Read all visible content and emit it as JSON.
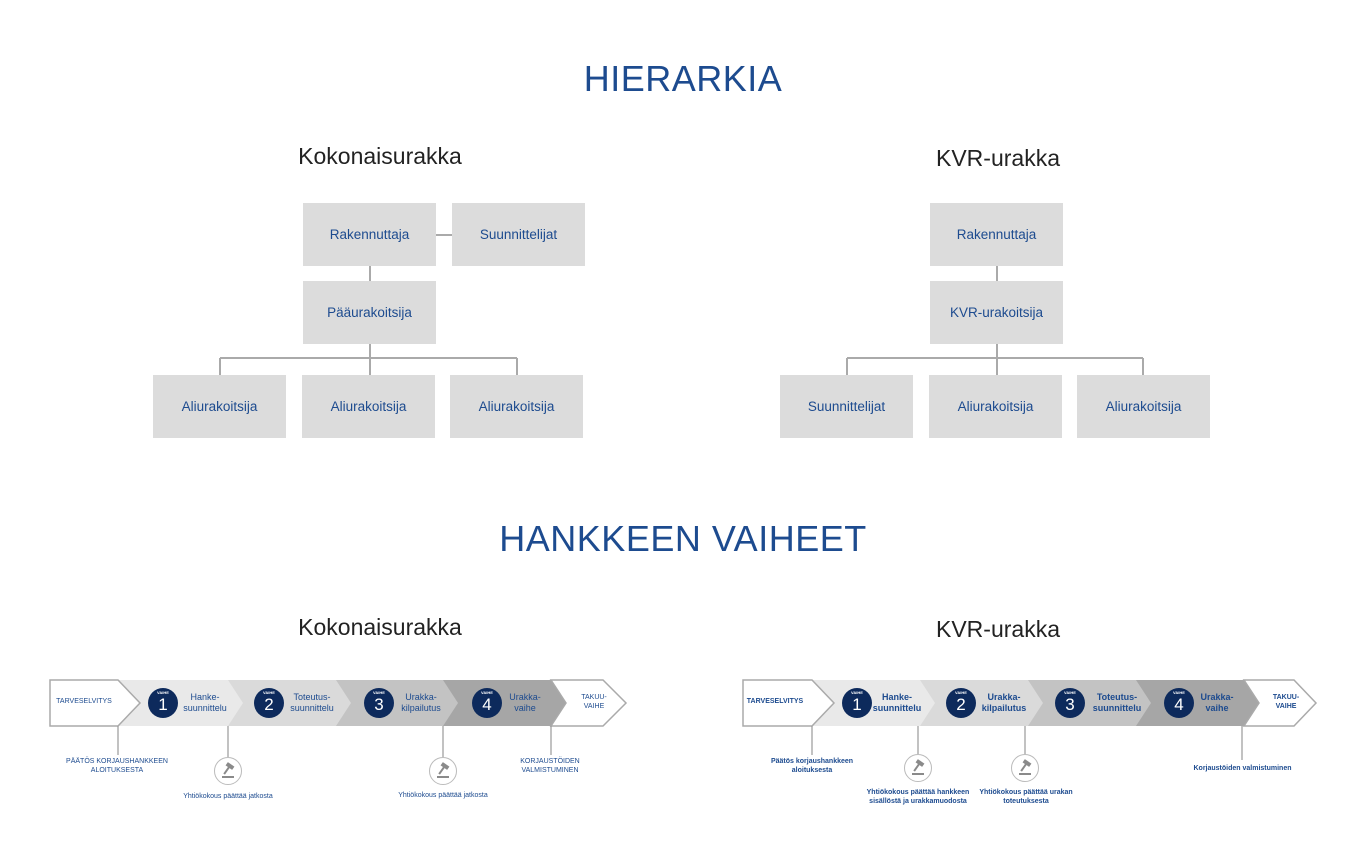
{
  "hierarchy": {
    "title": "HIERARKIA",
    "left": {
      "heading": "Kokonaisurakka",
      "top_box": "Rakennuttaja",
      "side_box": "Suunnittelijat",
      "middle_box": "Pääurakoitsija",
      "bottom_boxes": [
        "Aliurakoitsija",
        "Aliurakoitsija",
        "Aliurakoitsija"
      ]
    },
    "right": {
      "heading": "KVR-urakka",
      "top_box": "Rakennuttaja",
      "middle_box": "KVR-urakoitsija",
      "bottom_boxes": [
        "Suunnittelijat",
        "Aliurakoitsija",
        "Aliurakoitsija"
      ]
    }
  },
  "phases": {
    "title": "HANKKEEN VAIHEET",
    "stage_badge": "VAIHE",
    "left": {
      "heading": "Kokonaisurakka",
      "start": "TARVESELVITYS",
      "stages": [
        {
          "num": "1",
          "label": "Hanke-\nsuunnittelu"
        },
        {
          "num": "2",
          "label": "Toteutus-\nsuunnittelu"
        },
        {
          "num": "3",
          "label": "Urakka-\nkilpailutus"
        },
        {
          "num": "4",
          "label": "Urakka-\nvaihe"
        }
      ],
      "end": "TAKUU-\nVAIHE",
      "notes": [
        "PÄÄTÖS KORJAUSHANKKEEN\nALOITUKSESTA",
        "Yhtiökokous päättää jatkosta",
        "Yhtiökokous päättää jatkosta",
        "KORJAUSTÖIDEN\nVALMISTUMINEN"
      ]
    },
    "right": {
      "heading": "KVR-urakka",
      "start": "TARVESELVITYS",
      "stages": [
        {
          "num": "1",
          "label": "Hanke-\nsuunnittelu"
        },
        {
          "num": "2",
          "label": "Urakka-\nkilpailutus"
        },
        {
          "num": "3",
          "label": "Toteutus-\nsuunnittelu"
        },
        {
          "num": "4",
          "label": "Urakka-\nvaihe"
        }
      ],
      "end": "TAKUU-\nVAIHE",
      "notes": [
        "Päätös korjaushankkeen\naloituksesta",
        "Yhtiökokous päättää hankkeen\nsisällöstä ja urakkamuodosta",
        "Yhtiökokous päättää urakan\ntoteutuksesta",
        "Korjaustöiden valmistuminen"
      ]
    }
  },
  "colors": {
    "accent": "#1d4b8f",
    "box_fill": "#dcdcdc",
    "circle": "#0d2a5c"
  },
  "icons": [
    "gavel-icon"
  ]
}
